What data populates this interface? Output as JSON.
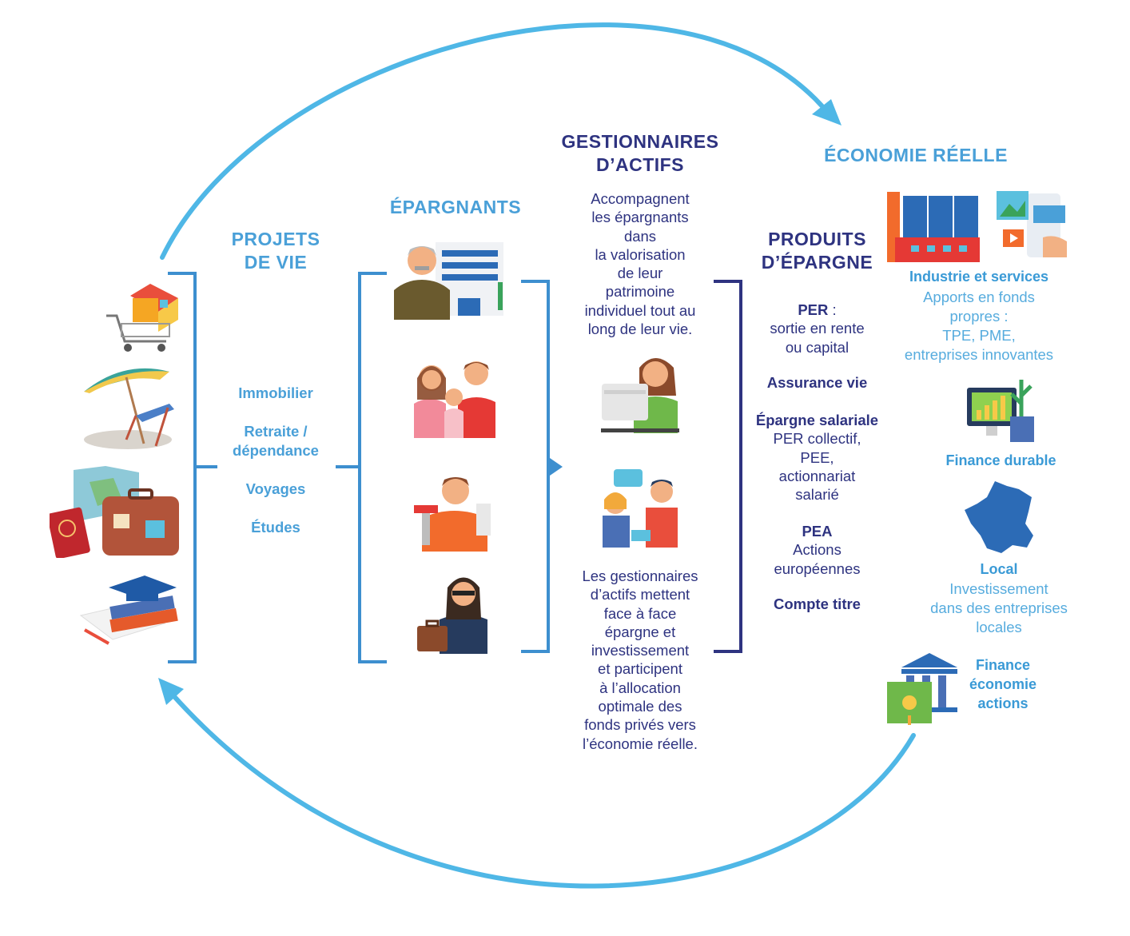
{
  "colors": {
    "cycle_arrow": "#4fb7e6",
    "bracket_light": "#3d8fcf",
    "bracket_dark": "#2e3380",
    "heading_light": "#4aa0d8",
    "heading_dark": "#2e3380"
  },
  "projets_de_vie": {
    "title": [
      "PROJETS",
      "DE VIE"
    ],
    "items": [
      "Immobilier",
      "Retraite /",
      "dépendance",
      "Voyages",
      "Études"
    ],
    "icons": [
      "shopping-cart-house-icon",
      "beach-umbrella-chair-icon",
      "travel-map-suitcase-icon",
      "graduation-books-icon"
    ]
  },
  "epargnants": {
    "title": "ÉPARGNANTS",
    "icons": [
      "senior-man-icon",
      "family-icon",
      "worker-icon",
      "businesswoman-icon"
    ]
  },
  "gestionnaires": {
    "title": [
      "GESTIONNAIRES",
      "D’ACTIFS"
    ],
    "intro_lines": [
      "Accompagnent",
      "les épargnants",
      "dans",
      "la valorisation",
      "de leur",
      "patrimoine",
      "individuel tout au",
      "long de leur vie."
    ],
    "outro_lines": [
      "Les gestionnaires",
      "d’actifs mettent",
      "face à face",
      "épargne et",
      "investissement",
      "et participent",
      "à l’allocation",
      "optimale des",
      "fonds privés vers",
      "l’économie réelle."
    ],
    "icons": [
      "advisor-computer-icon",
      "meeting-icon"
    ]
  },
  "produits": {
    "title": [
      "PRODUITS",
      "D’ÉPARGNE"
    ],
    "per_bold": "PER",
    "per_suffix": " :",
    "per_lines": [
      "sortie en rente",
      "ou capital"
    ],
    "assurance_vie": "Assurance vie",
    "epargne_salariale": "Épargne salariale",
    "epargne_salariale_lines": [
      "PER collectif,",
      "PEE,",
      "actionnariat",
      "salarié"
    ],
    "pea": "PEA",
    "pea_lines": [
      "Actions",
      "européennes"
    ],
    "compte_titre": "Compte titre"
  },
  "economie": {
    "title": "ÉCONOMIE RÉELLE",
    "industrie_title": "Industrie et services",
    "industrie_lines": [
      "Apports en fonds",
      "propres :",
      "TPE, PME,",
      "entreprises innovantes"
    ],
    "finance_durable": "Finance durable",
    "local_title": "Local",
    "local_lines": [
      "Investissement",
      "dans des entreprises",
      "locales"
    ],
    "finance_eco": [
      "Finance",
      "économie",
      "actions"
    ],
    "icons": [
      "factory-icon",
      "digital-services-icon",
      "sustainable-finance-icon",
      "france-map-icon",
      "bank-money-icon"
    ]
  }
}
